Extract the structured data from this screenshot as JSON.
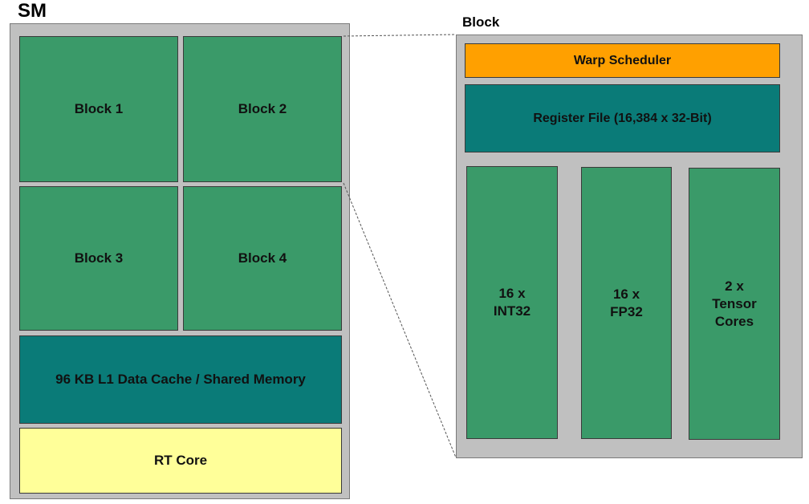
{
  "sm": {
    "title": "SM",
    "blocks": [
      "Block 1",
      "Block 2",
      "Block 3",
      "Block 4"
    ],
    "cache_label": "96 KB L1 Data Cache / Shared Memory",
    "rt_core_label": "RT Core"
  },
  "block_detail": {
    "title": "Block",
    "warp_scheduler_label": "Warp Scheduler",
    "register_file_label": "Register File (16,384 x 32-Bit)",
    "units": [
      "16 x\nINT32",
      "16 x\nFP32",
      "2 x\nTensor\nCores"
    ]
  },
  "colors": {
    "block_green": "#3a9a69",
    "cache_teal": "#0a7b78",
    "rt_yellow": "#ffff99",
    "warp_orange": "#ffa000",
    "panel_gray": "#c0c0c0"
  }
}
